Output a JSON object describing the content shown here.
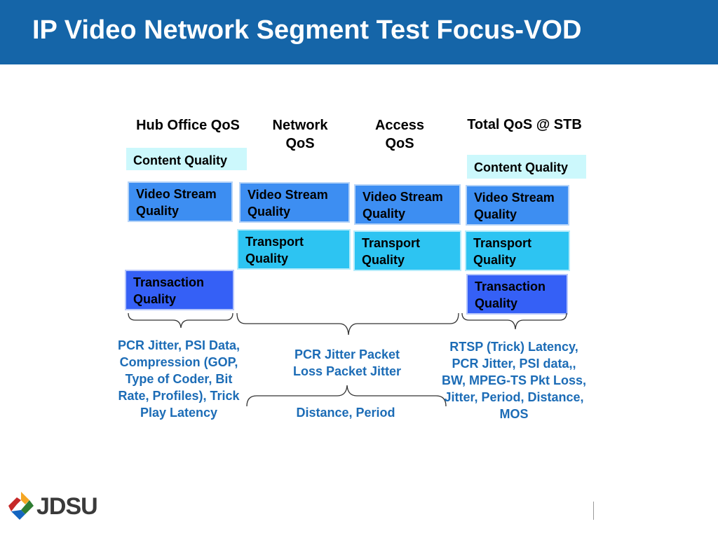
{
  "title": "IP Video Network Segment Test Focus-VOD",
  "columns": {
    "hub": "Hub Office QoS",
    "network": "Network QoS",
    "access": "Access QoS",
    "total": "Total QoS @ STB"
  },
  "boxes": {
    "hub_content": "Content Quality",
    "hub_video": "Video Stream Quality",
    "hub_transaction": "Transaction Quality",
    "network_video": "Video Stream Quality",
    "network_transport": "Transport Quality",
    "access_video": "Video Stream Quality",
    "access_transport": "Transport Quality",
    "stb_content": "Content Quality",
    "stb_video": "Video Stream Quality",
    "stb_transport": "Transport Quality",
    "stb_transaction": "Transaction Quality"
  },
  "notes": {
    "hub": "PCR Jitter, PSI Data, Compression (GOP, Type of Coder, Bit Rate, Profiles), Trick Play Latency",
    "network_access": "PCR Jitter Packet Loss Packet Jitter",
    "distance": "Distance, Period",
    "stb": "RTSP (Trick) Latency, PCR Jitter, PSI data,, BW, MPEG-TS Pkt Loss, Jitter, Period, Distance, MOS"
  },
  "logo": {
    "text": "JDSU"
  },
  "colors": {
    "title_bar": "#1565a8",
    "content_quality": "#ccf8fc",
    "video_stream_quality": "#3d8ef2",
    "transport_quality": "#2dc4f2",
    "transaction_quality": "#3560f6",
    "note_text": "#1c6cb6"
  }
}
